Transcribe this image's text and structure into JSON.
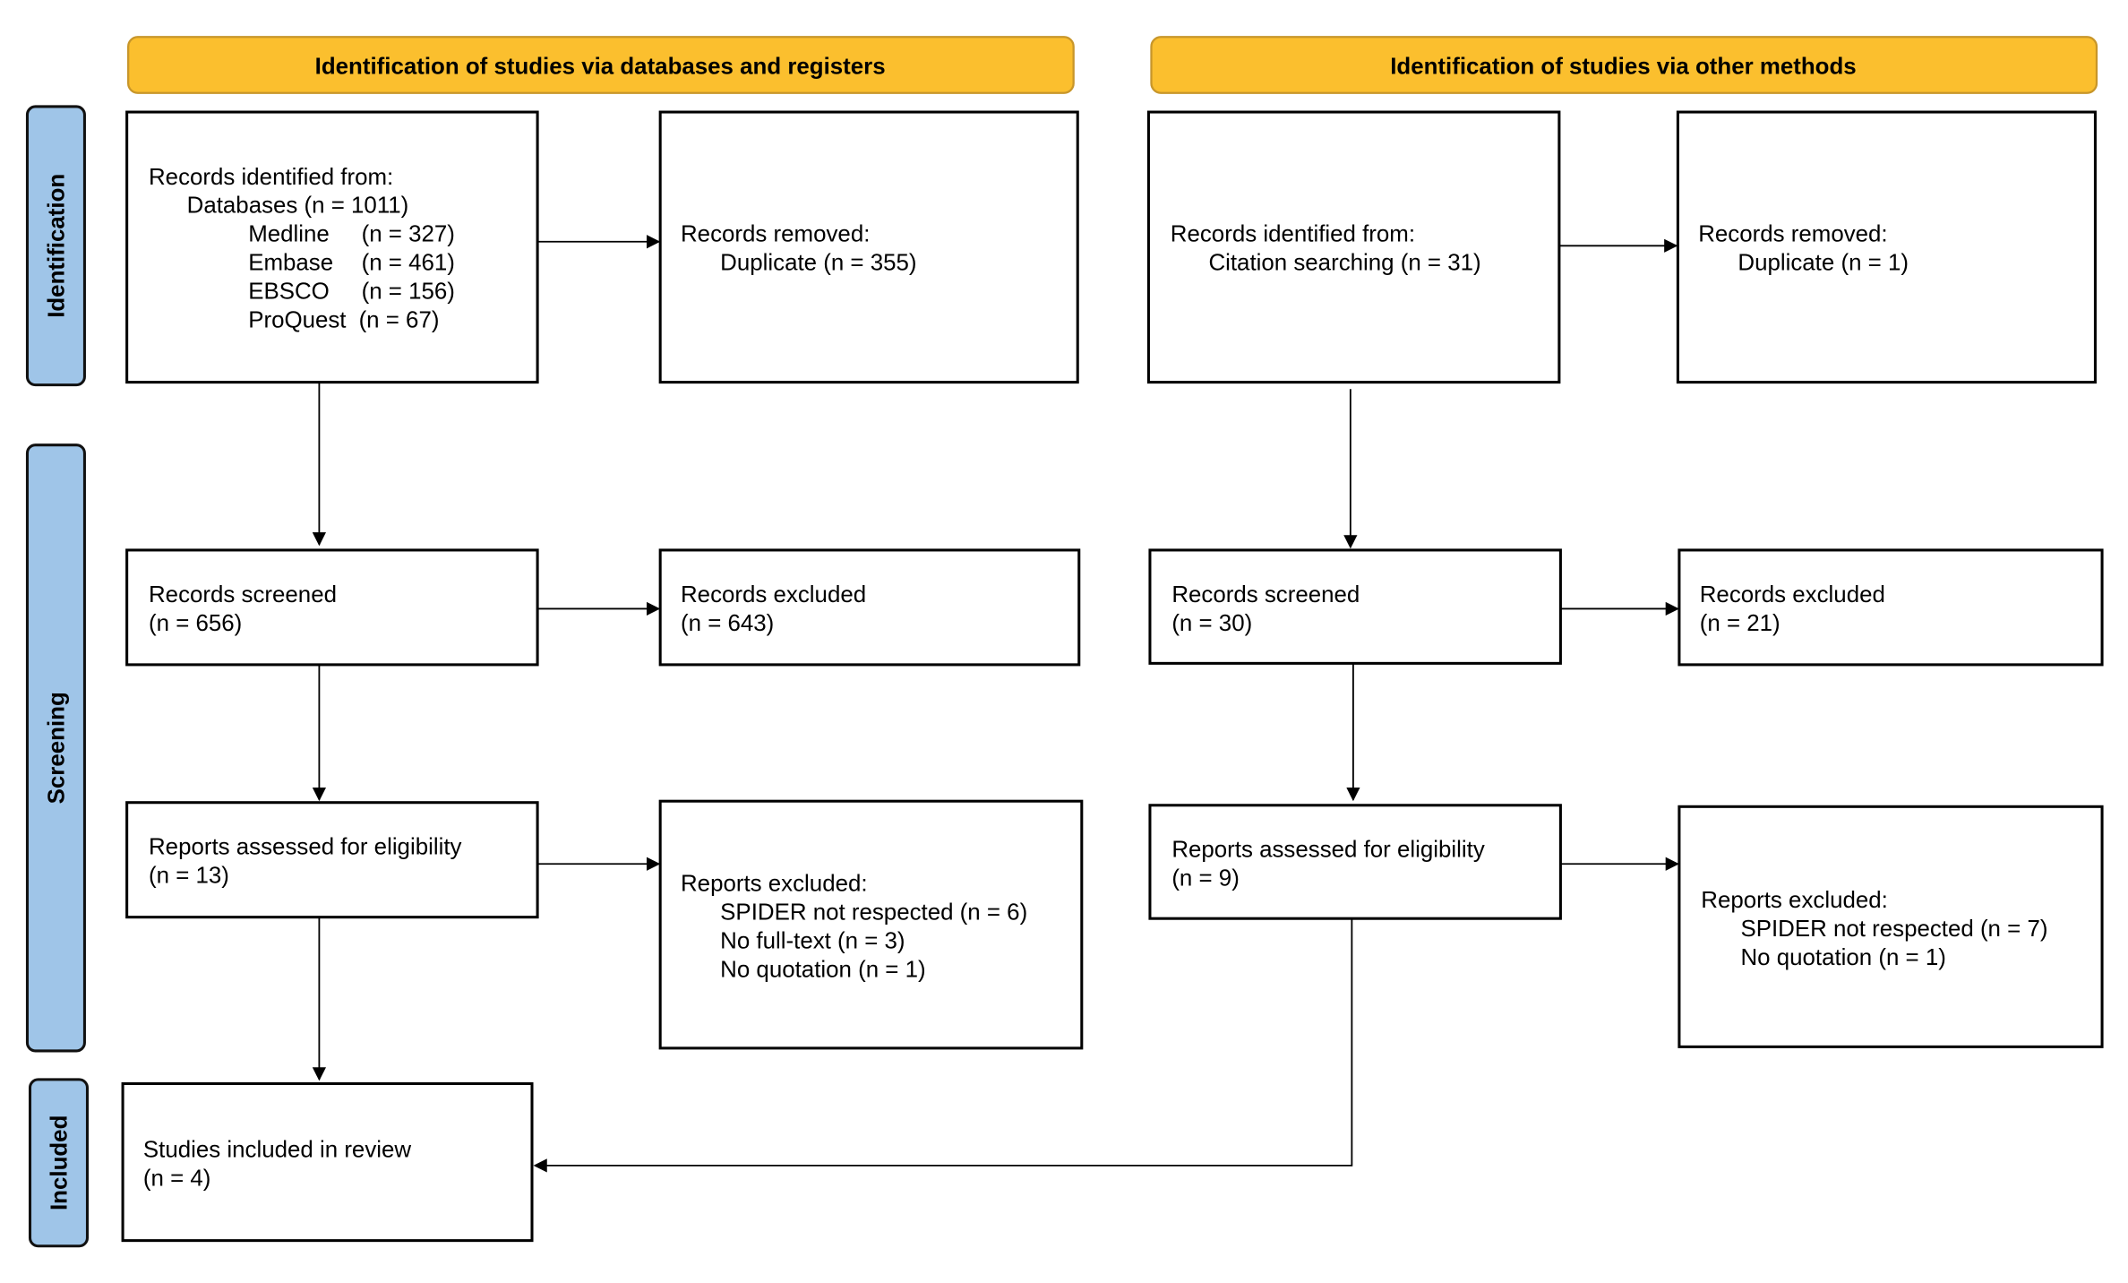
{
  "colors": {
    "banner": "#fbbf2e",
    "phase_label": "#9fc5e8"
  },
  "banners": {
    "left": "Identification of studies via databases and registers",
    "right": "Identification of studies via other methods"
  },
  "phases": {
    "identification": "Identification",
    "screening": "Screening",
    "included": "Included"
  },
  "left": {
    "identified": {
      "title": "Records identified from:",
      "databases": "Databases (n = 1011)",
      "sources": [
        {
          "name": "Medline",
          "n": "(n = 327)"
        },
        {
          "name": "Embase",
          "n": "(n = 461)"
        },
        {
          "name": "EBSCO",
          "n": "(n = 156)"
        },
        {
          "name": "ProQuest",
          "n": "(n = 67)"
        }
      ]
    },
    "removed": {
      "title": "Records removed:",
      "line": "Duplicate (n = 355)"
    },
    "screened": {
      "title": "Records screened",
      "n": "(n = 656)"
    },
    "excluded": {
      "title": "Records excluded",
      "n": "(n = 643)"
    },
    "assessed": {
      "title": "Reports assessed for eligibility",
      "n": "(n = 13)"
    },
    "reports_excluded": {
      "title": "Reports excluded:",
      "lines": [
        "SPIDER not respected (n = 6)",
        "No full-text (n = 3)",
        "No quotation (n = 1)"
      ]
    },
    "included": {
      "title": "Studies included in review",
      "n": "(n = 4)"
    }
  },
  "right": {
    "identified": {
      "title": "Records identified from:",
      "line": "Citation searching (n = 31)"
    },
    "removed": {
      "title": "Records removed:",
      "line": "Duplicate (n = 1)"
    },
    "screened": {
      "title": "Records screened",
      "n": "(n = 30)"
    },
    "excluded": {
      "title": "Records excluded",
      "n": "(n = 21)"
    },
    "assessed": {
      "title": "Reports assessed for eligibility",
      "n": "(n = 9)"
    },
    "reports_excluded": {
      "title": "Reports excluded:",
      "lines": [
        "SPIDER not respected (n = 7)",
        "No quotation (n = 1)"
      ]
    }
  }
}
